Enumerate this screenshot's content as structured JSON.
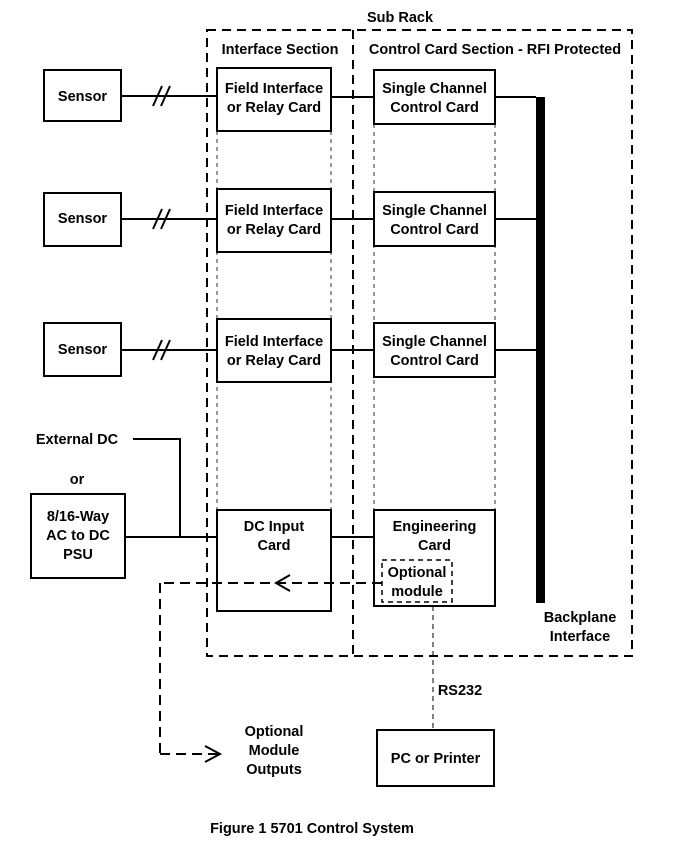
{
  "subrack": {
    "title": "Sub Rack"
  },
  "interface_section": {
    "title": "Interface Section"
  },
  "control_section": {
    "title": "Control Card Section - RFI Protected"
  },
  "sensors": [
    "Sensor",
    "Sensor",
    "Sensor"
  ],
  "field_cards": [
    {
      "line1": "Field Interface",
      "line2": "or Relay Card"
    },
    {
      "line1": "Field Interface",
      "line2": "or Relay Card"
    },
    {
      "line1": "Field Interface",
      "line2": "or Relay Card"
    }
  ],
  "control_cards": [
    {
      "line1": "Single Channel",
      "line2": "Control Card"
    },
    {
      "line1": "Single Channel",
      "line2": "Control Card"
    },
    {
      "line1": "Single Channel",
      "line2": "Control Card"
    }
  ],
  "power": {
    "external": "External DC",
    "or": "or",
    "psu_lines": [
      "8/16-Way",
      "AC to DC",
      "PSU"
    ]
  },
  "dc_input": {
    "line1": "DC Input",
    "line2": "Card"
  },
  "engineering": {
    "line1": "Engineering",
    "line2": "Card"
  },
  "optional_module": {
    "line1": "Optional",
    "line2": "module"
  },
  "backplane": {
    "line1": "Backplane",
    "line2": "Interface"
  },
  "rs232": "RS232",
  "pc": "PC or Printer",
  "outputs": {
    "line1": "Optional",
    "line2": "Module",
    "line3": "Outputs"
  },
  "caption": "Figure 1  5701 Control System"
}
